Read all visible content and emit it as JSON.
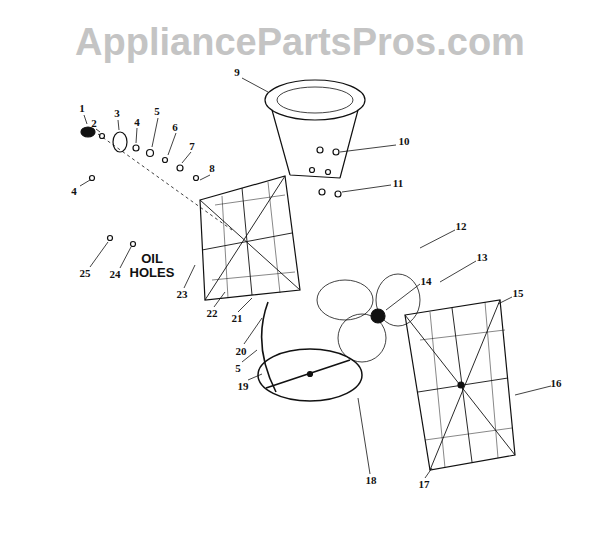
{
  "diagram": {
    "labels": [
      "AppliancePartsPros.com",
      "1",
      "2",
      "3",
      "4",
      "5",
      "6",
      "7",
      "8",
      "9",
      "10",
      "11",
      "4",
      "12",
      "13",
      "14",
      "15",
      "25",
      "24",
      "OIL HOLES",
      "23",
      "22",
      "21",
      "20",
      "5",
      "16",
      "19",
      "17",
      "18"
    ]
  }
}
